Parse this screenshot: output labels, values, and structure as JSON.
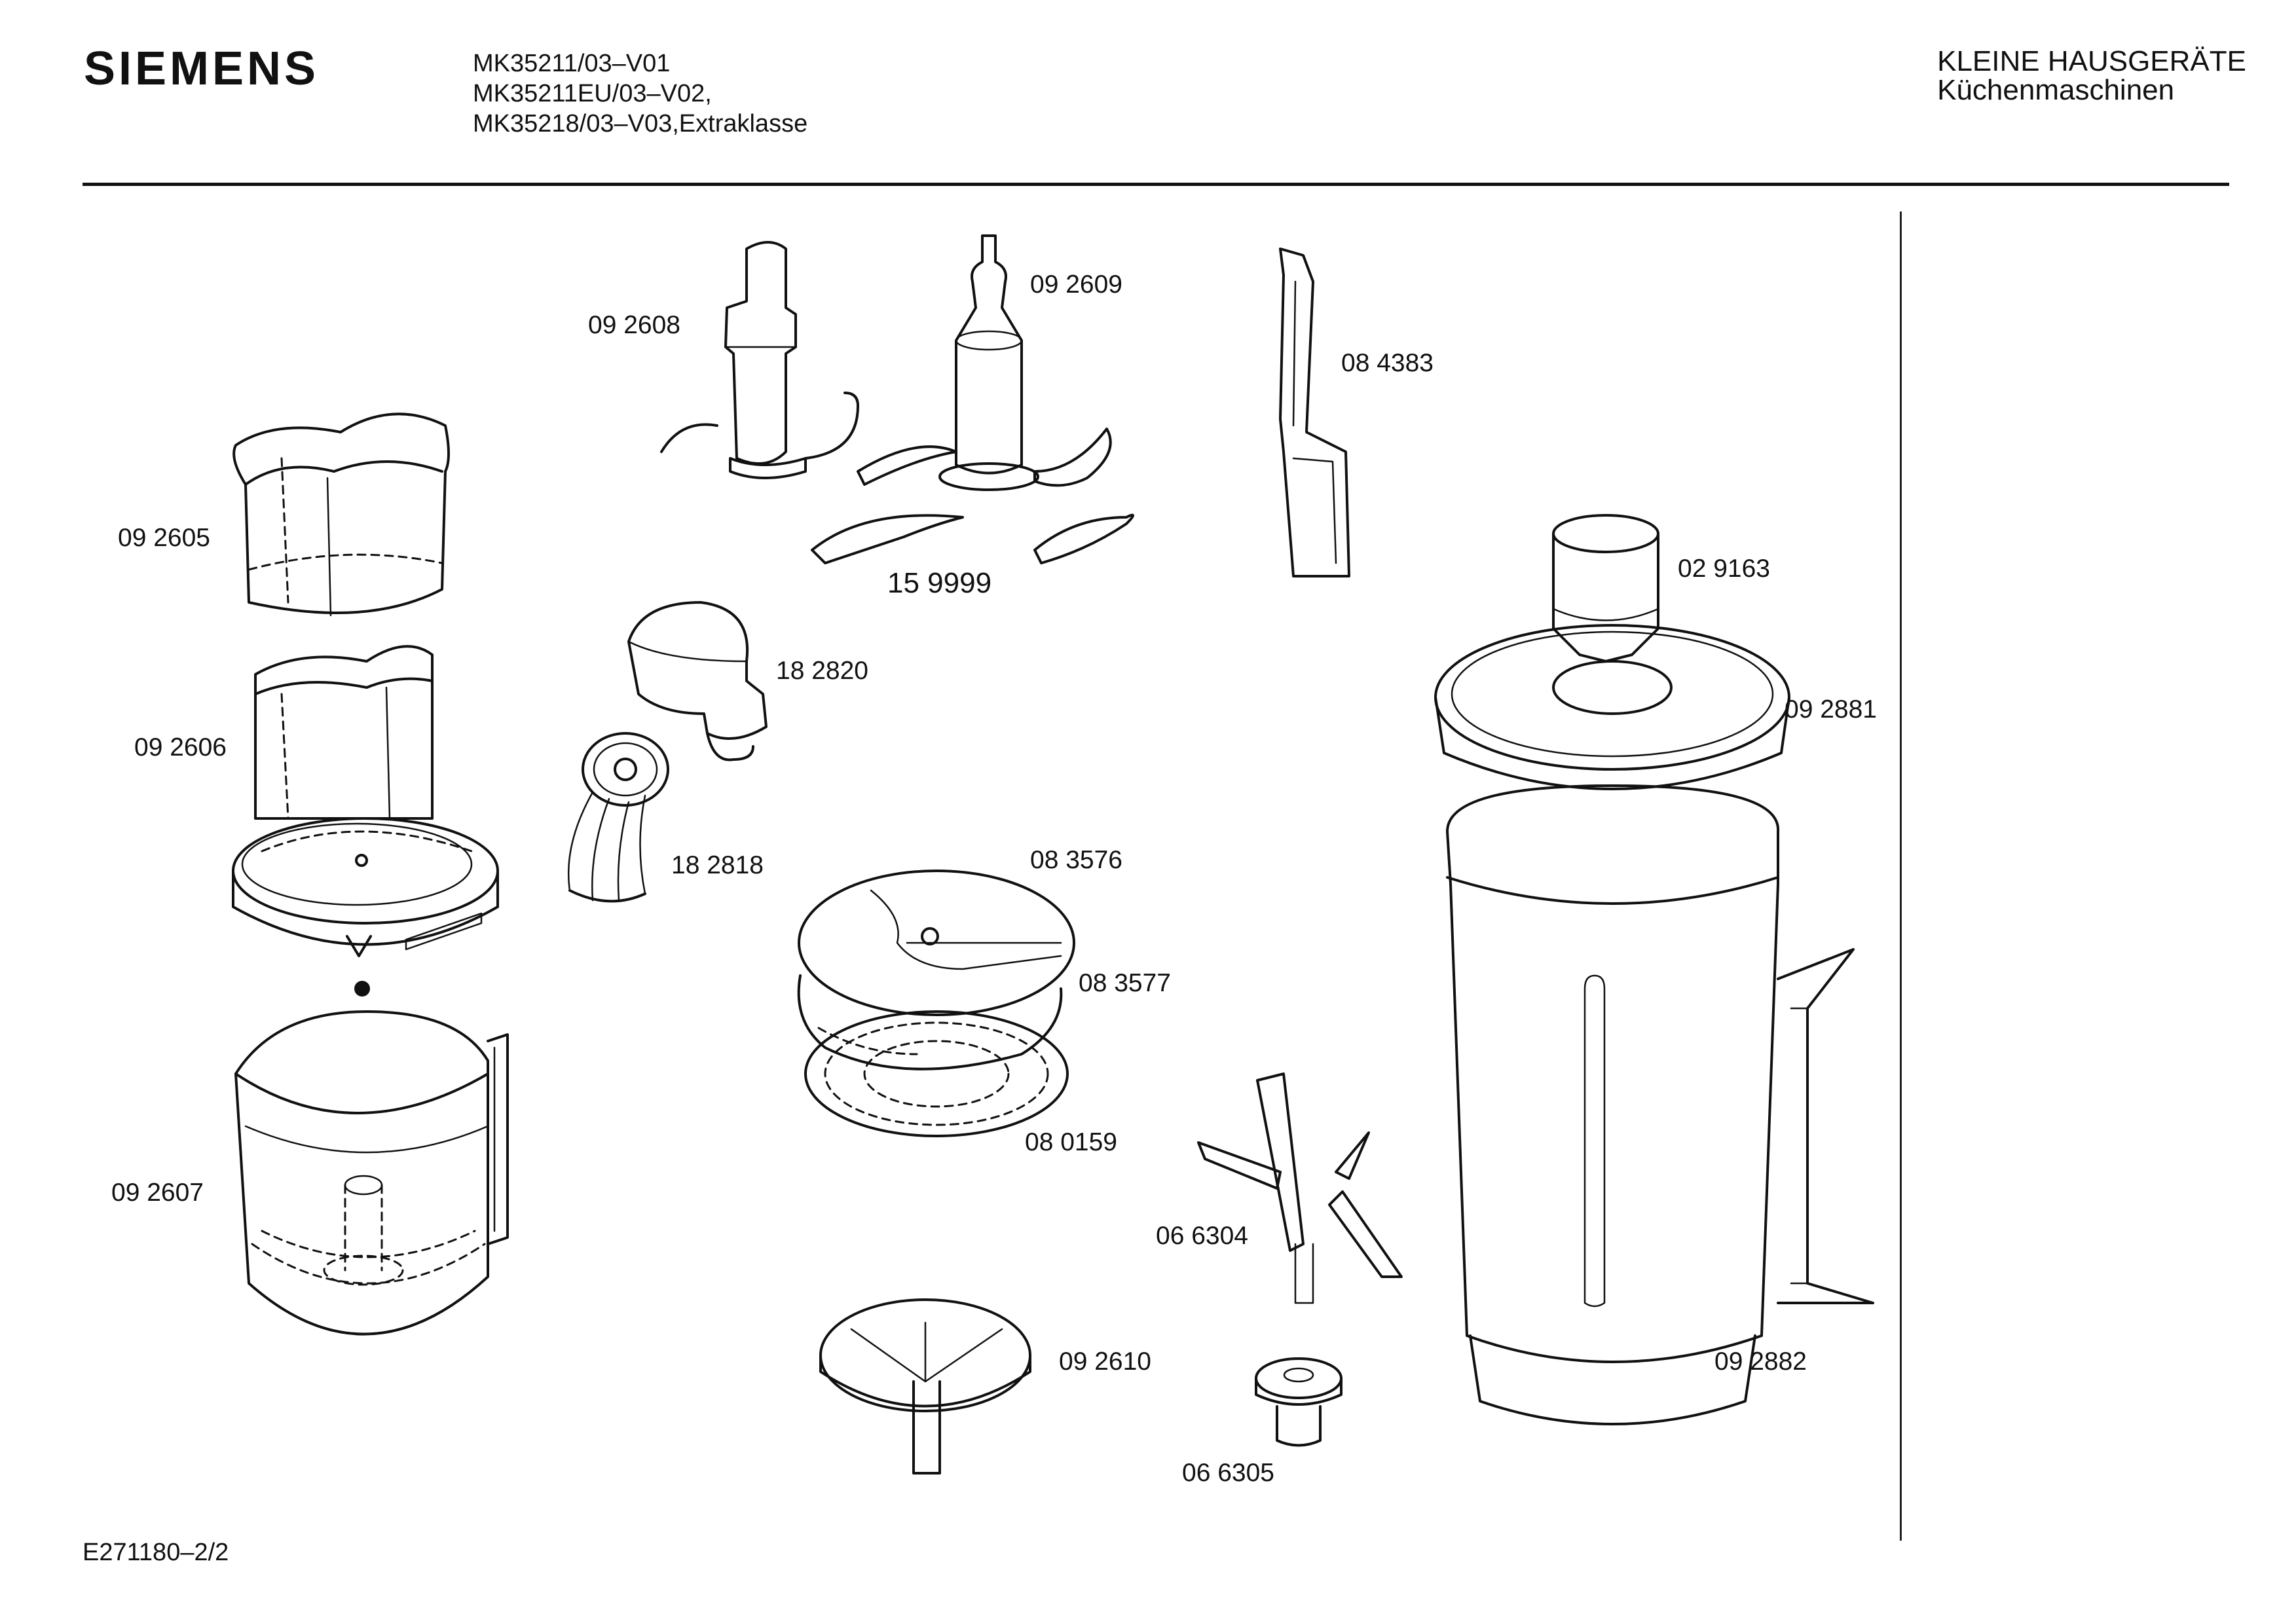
{
  "header": {
    "brand": "SIEMENS",
    "models": [
      "MK35211/03–V01",
      "MK35211EU/03–V02,",
      "MK35218/03–V03,Extraklasse"
    ],
    "category_line1": "KLEINE HAUSGERÄTE",
    "category_line2": "Küchenmaschinen"
  },
  "footer": {
    "document_code": "E271180–2/2"
  },
  "parts": [
    {
      "number": "09 2605"
    },
    {
      "number": "09 2606"
    },
    {
      "number": "09 2607"
    },
    {
      "number": "09 2608"
    },
    {
      "number": "09 2609"
    },
    {
      "number": "15 9999"
    },
    {
      "number": "08 4383"
    },
    {
      "number": "18 2820"
    },
    {
      "number": "18 2818"
    },
    {
      "number": "08 3576"
    },
    {
      "number": "08 3577"
    },
    {
      "number": "08 0159"
    },
    {
      "number": "06 6304"
    },
    {
      "number": "09 2610"
    },
    {
      "number": "06 6305"
    },
    {
      "number": "02 9163"
    },
    {
      "number": "09 2881"
    },
    {
      "number": "09 2882"
    }
  ]
}
